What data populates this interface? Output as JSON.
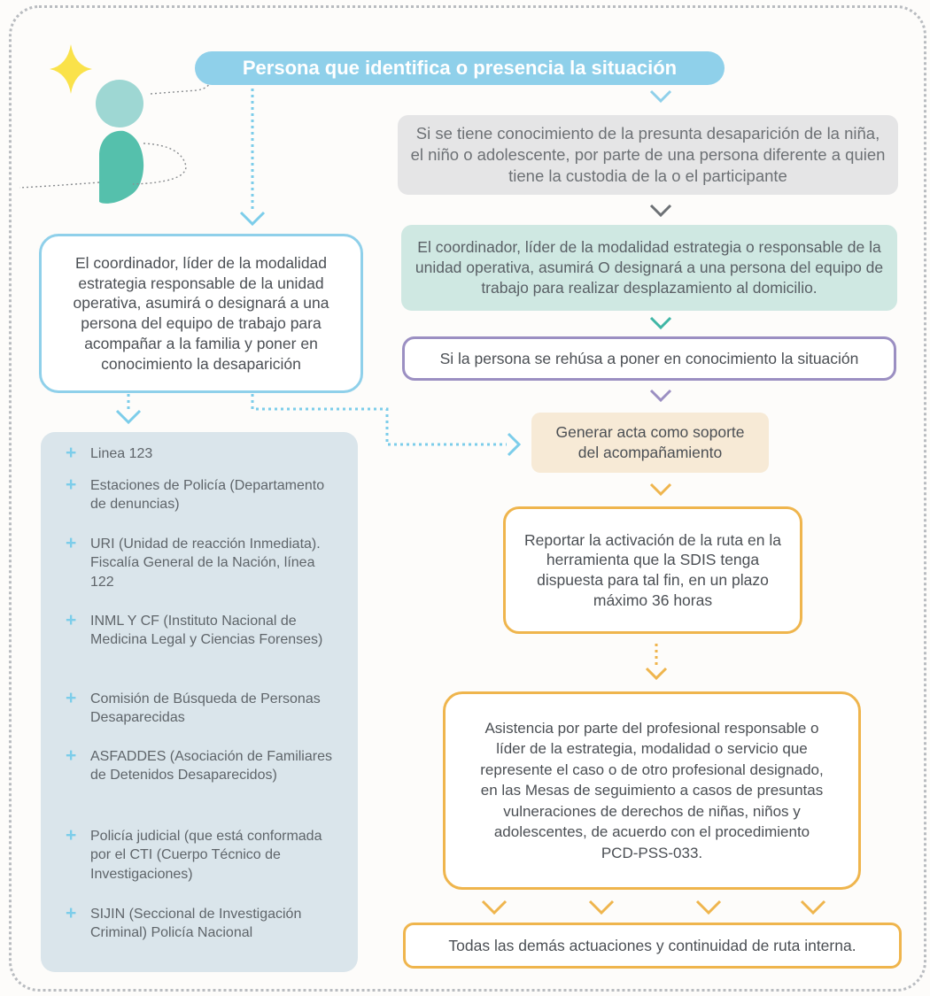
{
  "title": "Persona que identifica o presencia la situación",
  "right_flow": {
    "gray": "Si se tiene conocimiento de la presunta desaparición de la niña, el niño o adolescente, por parte de una persona diferente a quien tiene la custodia de la o el participante",
    "teal": "El coordinador, líder de la modalidad estrategia o responsable de la unidad operativa, asumirá O designará a una persona del equipo de trabajo para realizar desplazamiento al domicilio.",
    "purple": "Si la persona se rehúsa a poner en conocimiento la situación",
    "beige": "Generar acta como soporte del acompañamiento",
    "orange1": "Reportar la activación de la ruta en la herramienta que la SDIS tenga dispuesta para tal fin, en un plazo máximo 36 horas",
    "orange2": "Asistencia por parte del profesional responsable o líder de la estrategia, modalidad o servicio que represente el caso o de otro profesional designado, en las Mesas de seguimiento a casos de presuntas vulneraciones de derechos de niñas, niños y adolescentes, de acuerdo con el procedimiento PCD-PSS-033.",
    "final": "Todas las demás actuaciones y continuidad de ruta interna."
  },
  "left_box": "El coordinador, líder de la modalidad estrategia responsable de la unidad operativa, asumirá o designará a una persona del equipo de trabajo para acompañar a la familia y poner en conocimiento la desaparición",
  "contacts": [
    "Linea 123",
    "Estaciones de Policía (Departamento de denuncias)",
    "URI (Unidad de reacción Inmediata). Fiscalía General de la Nación, línea 122",
    "INML Y CF (Instituto Nacional de Medicina Legal y Ciencias Forenses)",
    "Comisión de Búsqueda de Personas Desaparecidas",
    "ASFADDES (Asociación de Familiares de Detenidos Desaparecidos)",
    "Policía judicial (que está conformada por el CTI (Cuerpo Técnico de Investigaciones)",
    "SIJIN (Seccional de Investigación Criminal) Policía Nacional"
  ],
  "contact_icon": "plus-icon",
  "colors": {
    "blue": "#8fd0ea",
    "gray": "#e5e5e6",
    "teal": "#cfe8e2",
    "purple": "#9b8fc2",
    "beige": "#f7ead6",
    "orange": "#efb54d",
    "panel": "#dae5eb"
  }
}
